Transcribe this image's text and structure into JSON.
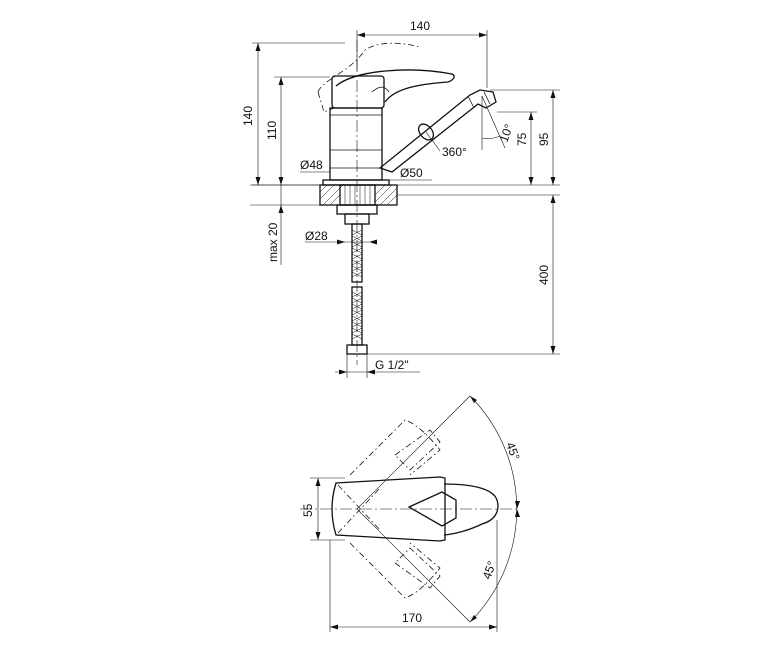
{
  "side_view": {
    "dims": {
      "height_total": "140",
      "height_body": "110",
      "overall_length": "140",
      "spout_height": "95",
      "spout_outlet": "75",
      "tilt": "10°",
      "rotation": "360°",
      "body_diameter": "Ø48",
      "base_diameter": "Ø50",
      "shank_diameter": "Ø28",
      "max_thickness": "max 20",
      "hose_length": "400",
      "thread": "G 1/2\""
    }
  },
  "top_view": {
    "dims": {
      "width": "55",
      "length": "170",
      "angle_upper": "45°",
      "angle_lower": "45°"
    }
  }
}
